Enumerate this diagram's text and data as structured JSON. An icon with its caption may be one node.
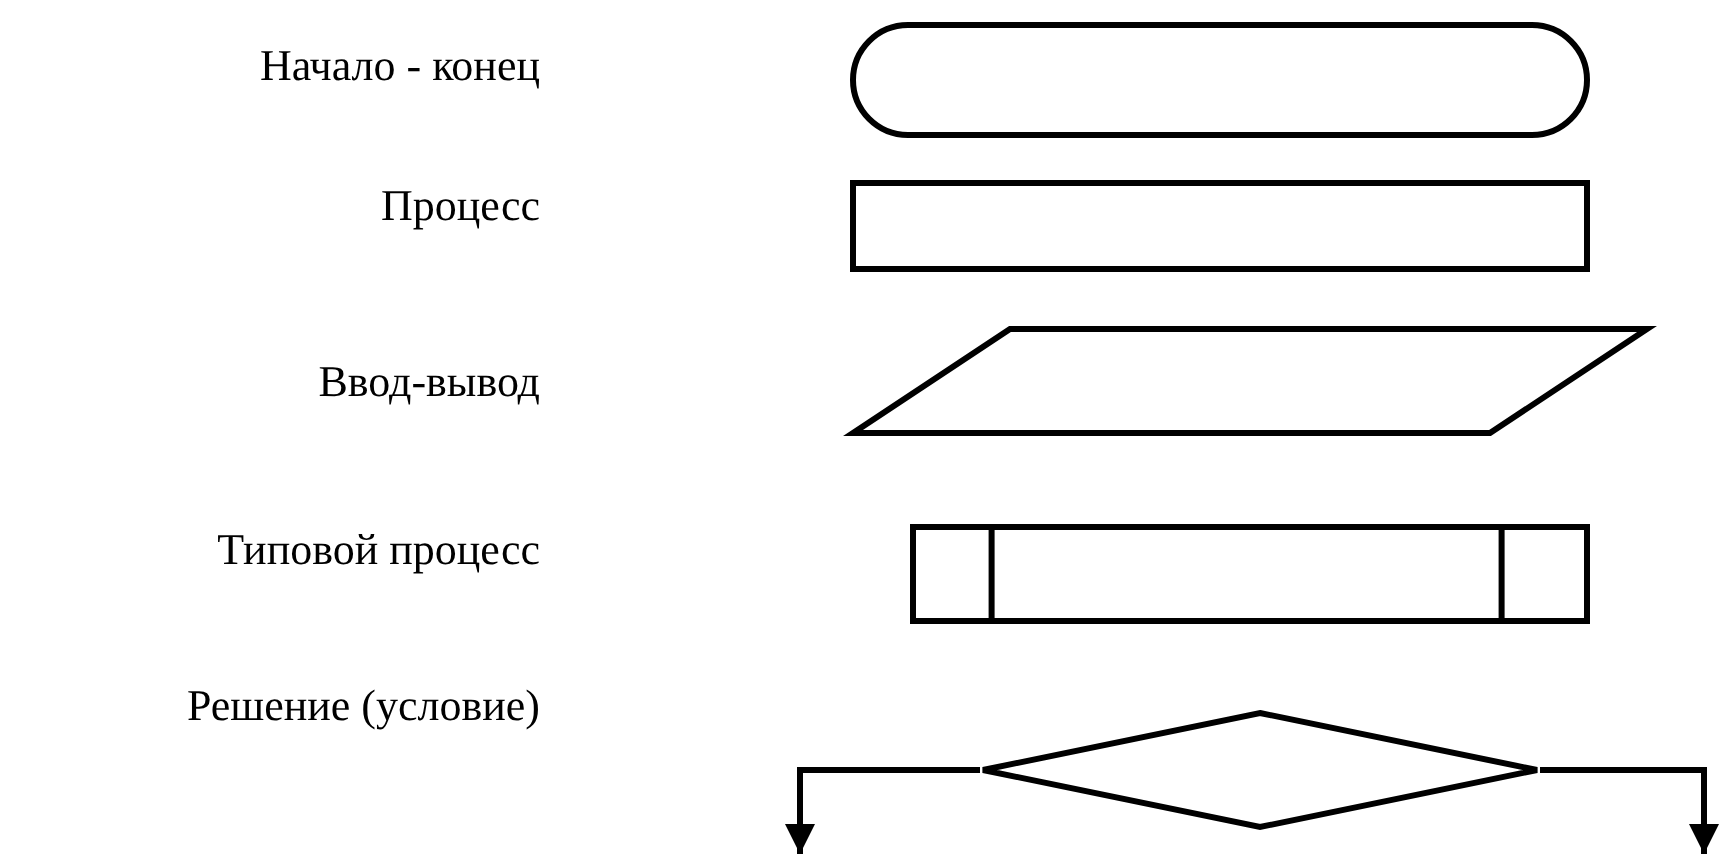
{
  "diagram": {
    "nodes": [
      {
        "text": [],
        "shape": "oval"
      },
      {
        "text": [],
        "shape": "box"
      },
      {
        "text": [],
        "shape": "parallelogram"
      },
      {
        "text": [],
        "shape": "subroutine"
      },
      {
        "text": [],
        "shape": "diamond"
      }
    ],
    "edges": [
      {
        "from": 4,
        "to": null,
        "arrow": "to"
      },
      {
        "from": 4,
        "to": null,
        "arrow": "to"
      }
    ],
    "labels": [
      "Начало - конец",
      "Процесс",
      "Ввод-вывод",
      "Типовой процесс",
      "Решение (условие)"
    ]
  }
}
